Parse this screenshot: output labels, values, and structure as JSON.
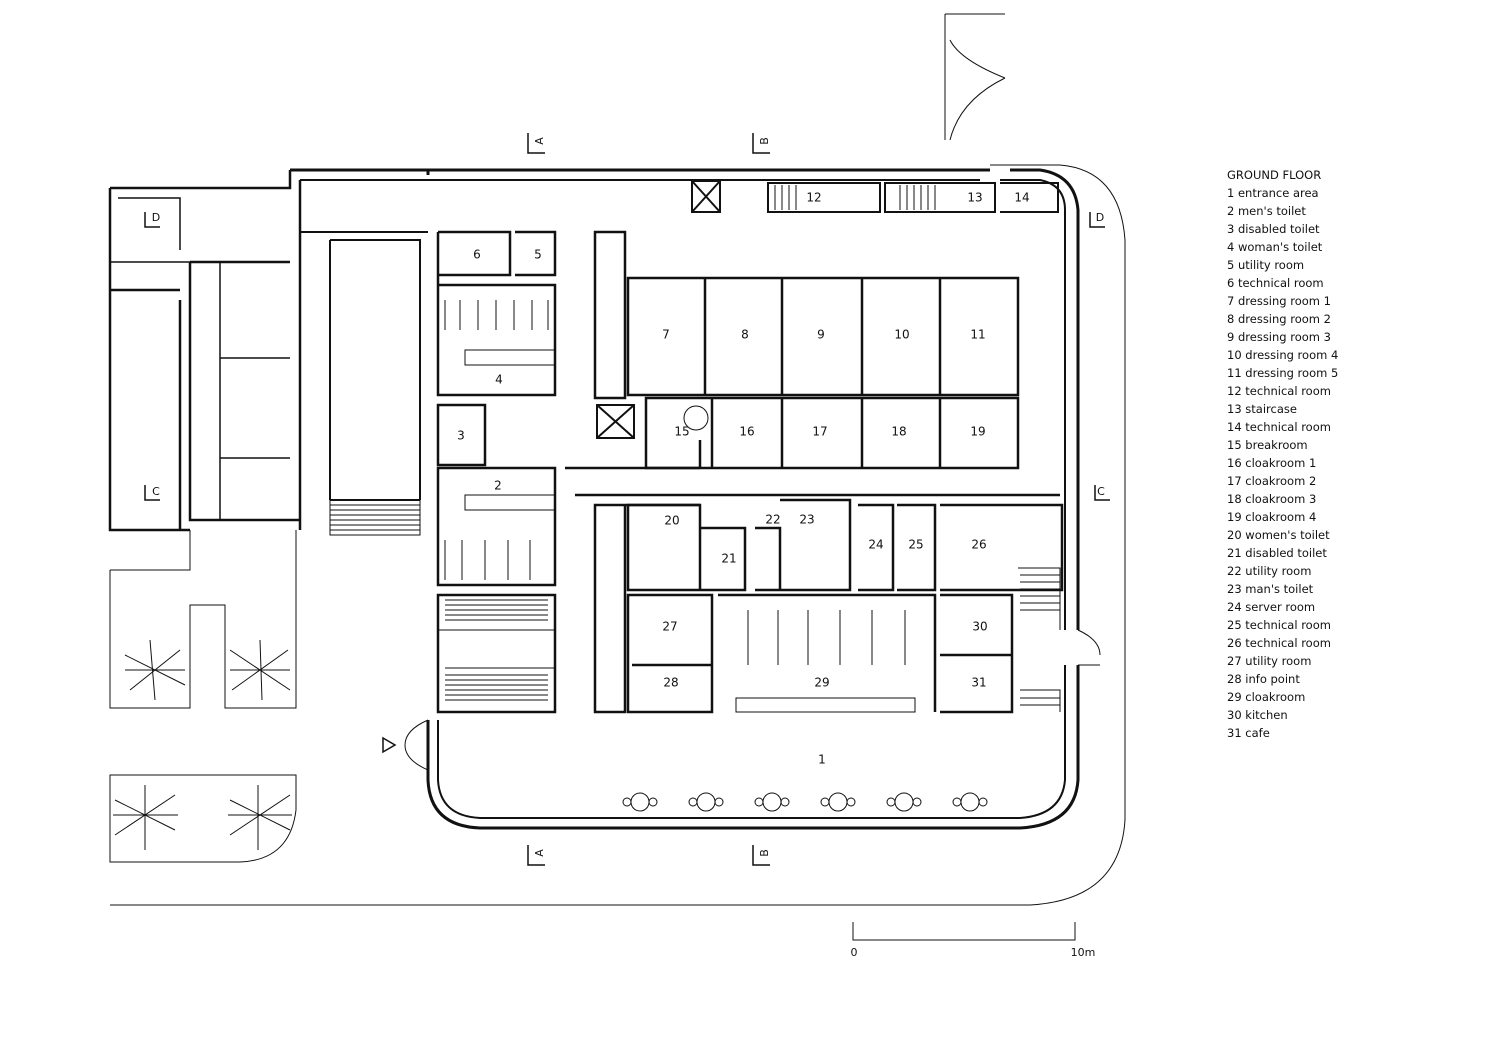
{
  "legend": {
    "title": "GROUND FLOOR",
    "items": [
      "1 entrance area",
      "2 men's toilet",
      "3 disabled toilet",
      "4 woman's toilet",
      "5 utility room",
      "6 technical room",
      "7 dressing room 1",
      "8 dressing room 2",
      "9 dressing room 3",
      "10 dressing room 4",
      "11 dressing room 5",
      "12 technical room",
      "13 staircase",
      "14 technical room",
      "15 breakroom",
      "16 cloakroom 1",
      "17 cloakroom 2",
      "18 cloakroom 3",
      "19 cloakroom 4",
      "20 women's toilet",
      "21 disabled toilet",
      "22 utility room",
      "23 man's toilet",
      "24 server room",
      "25 technical room",
      "26 technical room",
      "27 utility room",
      "28 info point",
      "29 cloakroom",
      "30 kitchen",
      "31 cafe"
    ]
  },
  "room_numbers": {
    "r1": "1",
    "r2": "2",
    "r3": "3",
    "r4": "4",
    "r5": "5",
    "r6": "6",
    "r7": "7",
    "r8": "8",
    "r9": "9",
    "r10": "10",
    "r11": "11",
    "r12": "12",
    "r13": "13",
    "r14": "14",
    "r15": "15",
    "r16": "16",
    "r17": "17",
    "r18": "18",
    "r19": "19",
    "r20": "20",
    "r21": "21",
    "r22": "22",
    "r23": "23",
    "r24": "24",
    "r25": "25",
    "r26": "26",
    "r27": "27",
    "r28": "28",
    "r29": "29",
    "r30": "30",
    "r31": "31"
  },
  "section_markers": {
    "a": "A",
    "b": "B",
    "c": "C",
    "d": "D"
  },
  "scale_bar": {
    "start": "0",
    "end": "10m"
  }
}
